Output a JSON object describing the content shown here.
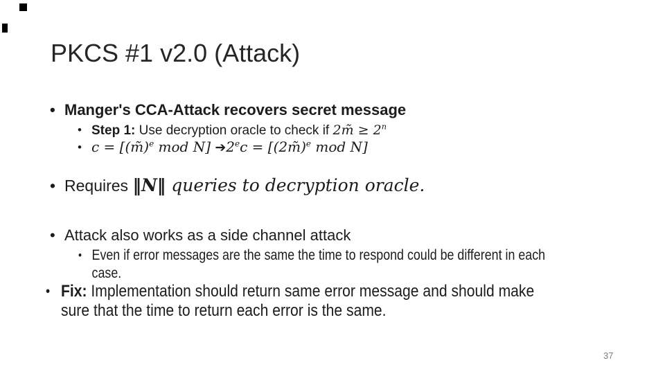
{
  "title": "PKCS #1 v2.0 (Attack)",
  "glyphs": {
    "bullet": "•",
    "arrow": "➔"
  },
  "bullets": {
    "manger": "Manger's CCA-Attack recovers secret message",
    "step1": {
      "label": "Step 1:",
      "body": " Use decryption oracle to check if ",
      "math": {
        "coeff": "2",
        "var": "m̃",
        "rel": " ≥ ",
        "base": "2",
        "exp": "n"
      }
    },
    "equation": {
      "p1": "c = [(",
      "v1": "m̃",
      "p2": ")",
      "e1": "e",
      "p3": " mod N] ",
      "p4": "2",
      "e2": "e",
      "p5": "c = [(2",
      "v2": "m̃",
      "p6": ")",
      "e3": "e",
      "p7": " mod N]"
    },
    "requires": {
      "pre": "Requires ",
      "norm": "‖N‖",
      "post": " queries to decryption oracle."
    },
    "side_channel": "Attack also works as a side channel attack",
    "even_if": {
      "line1": "Even if error messages are the same the time to respond could be different in each",
      "line2": "case."
    },
    "fix": {
      "label": "Fix:",
      "line1": " Implementation should return same error message and should make",
      "line2": "sure that the time to return each error is the same."
    }
  },
  "page_number": "37"
}
